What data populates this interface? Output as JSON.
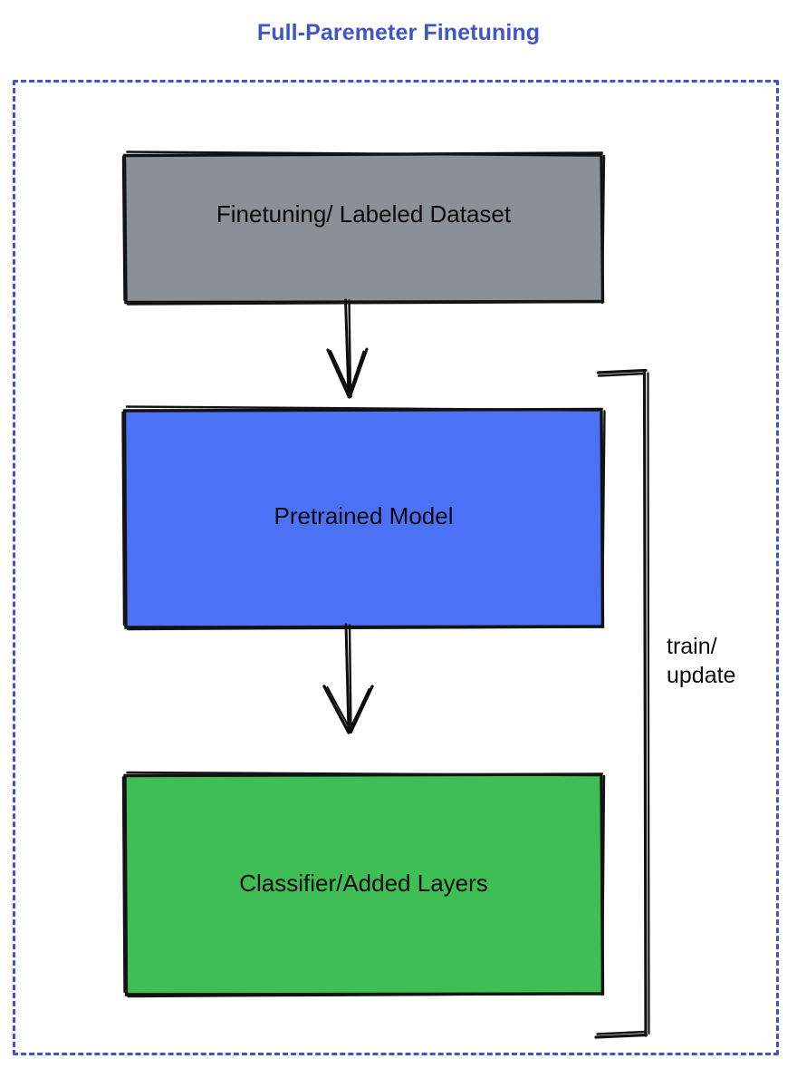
{
  "diagram": {
    "title": "Full-Paremeter Finetuning",
    "title_color": "#3f55c8",
    "frame": {
      "style": "dashed",
      "color": "#3c55cc"
    },
    "nodes": [
      {
        "id": "dataset",
        "label": "Finetuning/ Labeled Dataset",
        "fill": "#8a9097",
        "stroke": "#111111",
        "text_color": "#0a0a0a"
      },
      {
        "id": "pretrained",
        "label": "Pretrained Model",
        "fill": "#4d71f5",
        "stroke": "#111111",
        "text_color": "#0a0a0a"
      },
      {
        "id": "classifier",
        "label": "Classifier/Added Layers",
        "fill": "#3ebe55",
        "stroke": "#111111",
        "text_color": "#0a0a0a"
      }
    ],
    "edges": [
      {
        "id": "dataset-to-pretrained",
        "from": "dataset",
        "to": "pretrained",
        "label": "",
        "style": "arrow-down"
      },
      {
        "id": "pretrained-to-classifier",
        "from": "pretrained",
        "to": "classifier",
        "label": "",
        "style": "arrow-down"
      },
      {
        "id": "feedback-loop",
        "from": "classifier",
        "to": "pretrained",
        "label_line1": "train/",
        "label_line2": "update",
        "style": "bracket-right"
      }
    ]
  }
}
